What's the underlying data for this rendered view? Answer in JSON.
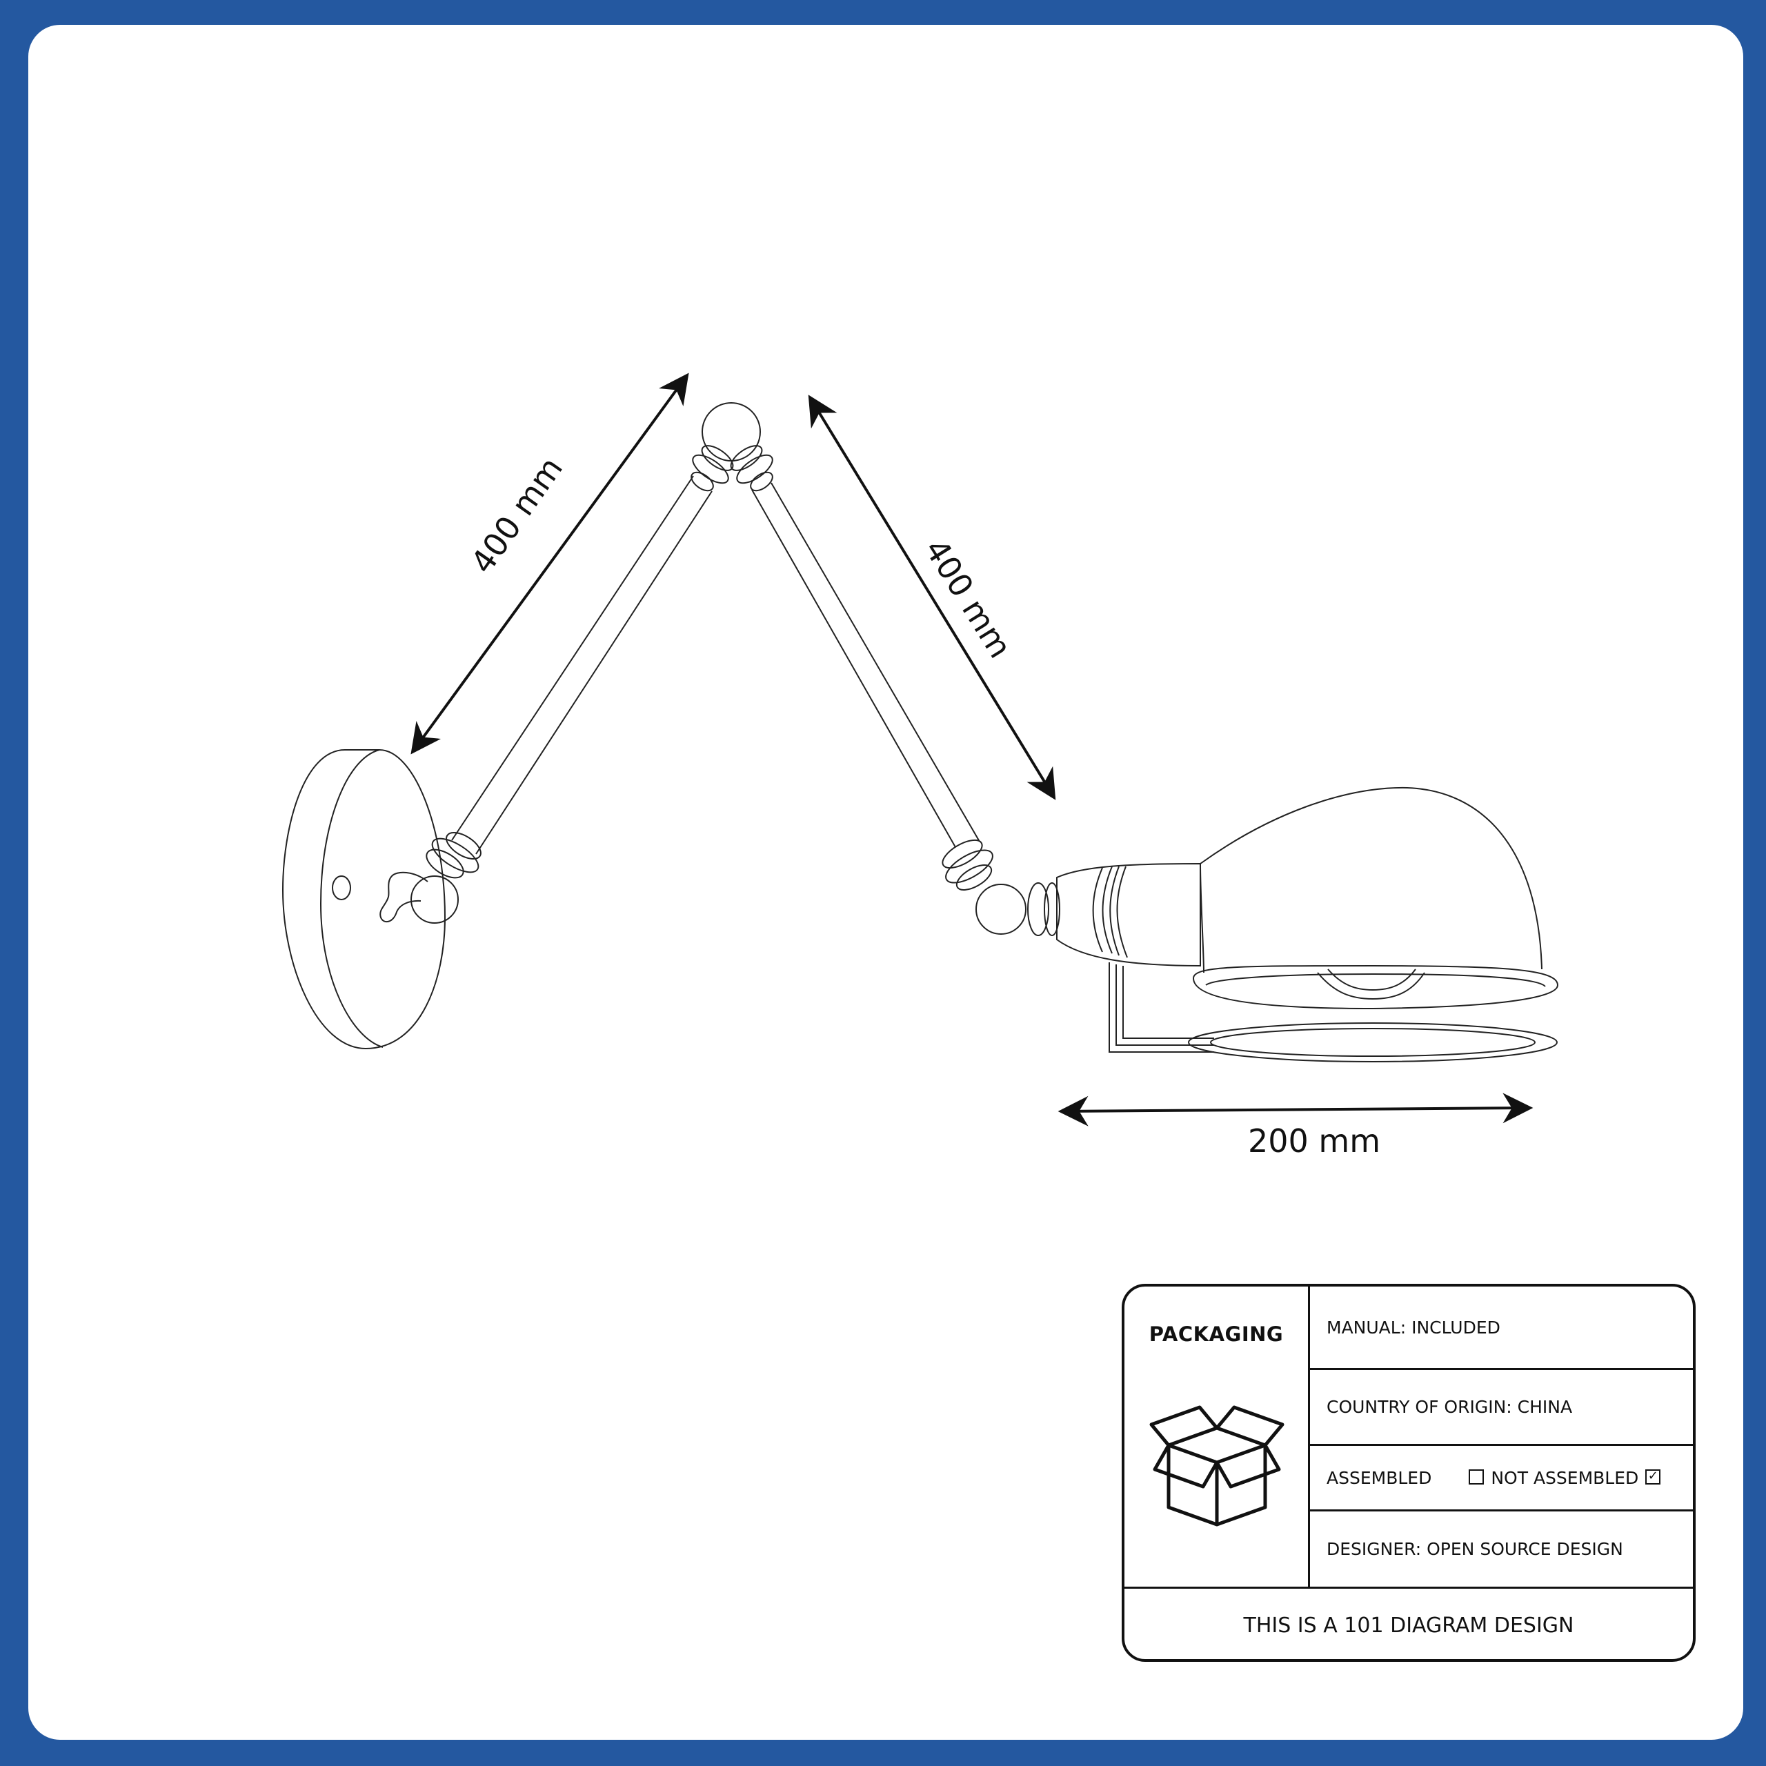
{
  "dimensions": {
    "arm_lower": "400 mm",
    "arm_upper": "400 mm",
    "shade_width": "200 mm"
  },
  "packaging": {
    "title": "PACKAGING",
    "manual": "MANUAL: INCLUDED",
    "origin": "COUNTRY OF ORIGIN: CHINA",
    "assembled_label": "ASSEMBLED",
    "not_assembled_label": "NOT ASSEMBLED",
    "assembled_checked": false,
    "not_assembled_checked": true,
    "check_mark": "✓",
    "designer": "DESIGNER: OPEN SOURCE DESIGN",
    "footer": "THIS IS A 101 DIAGRAM DESIGN"
  },
  "colors": {
    "frame": "#2458a0",
    "card": "#ffffff",
    "ink": "#111111"
  },
  "icons": {
    "packaging": "open-box-icon"
  }
}
